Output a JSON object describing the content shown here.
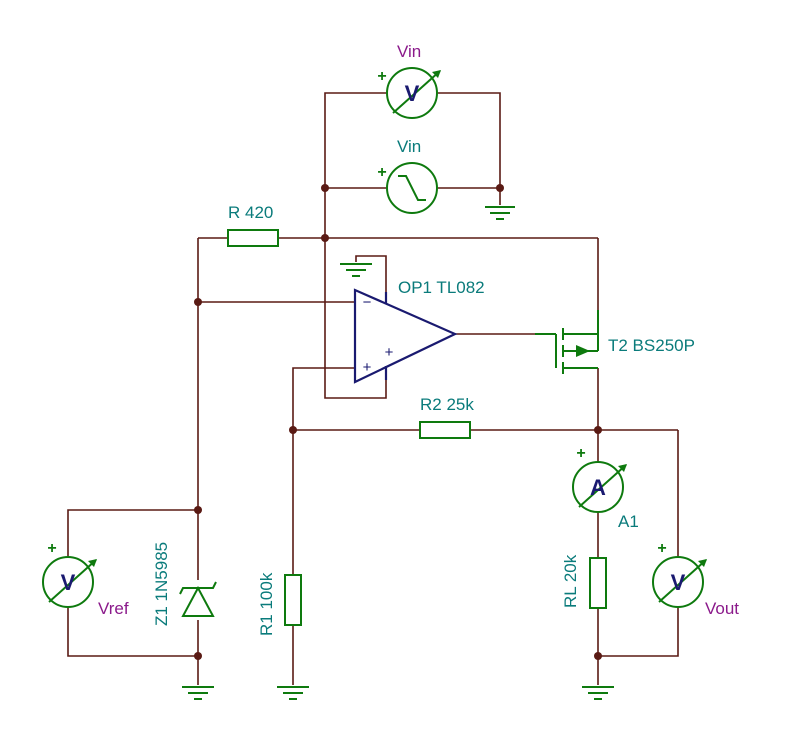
{
  "labels": {
    "vin_meter": "Vin",
    "vin_source": "Vin",
    "r_top": "R 420",
    "opamp": "OP1 TL082",
    "transistor": "T2 BS250P",
    "r2": "R2 25k",
    "ammeter": "A1",
    "rl": "RL 20k",
    "vout": "Vout",
    "vref": "Vref",
    "zener": "Z1 1N5985",
    "r1": "R1 100k"
  },
  "symbols": {
    "voltmeter": "V",
    "ammeter": "A",
    "plus": "+",
    "minus": "−",
    "opamp_minus": "−",
    "opamp_plus": "+"
  },
  "icons": {
    "ground": "ground-icon",
    "voltmeter": "voltmeter-icon",
    "ammeter": "ammeter-icon",
    "source": "voltage-source-icon",
    "resistor": "resistor-icon",
    "zener": "zener-diode-icon",
    "opamp": "opamp-icon",
    "mosfet": "pmos-transistor-icon"
  },
  "colors": {
    "wire": "#5a1a14",
    "component": "#0e7a0e",
    "opamp": "#1a1a70",
    "label_teal": "#0a7b7b",
    "label_purple": "#8b1a8b"
  }
}
